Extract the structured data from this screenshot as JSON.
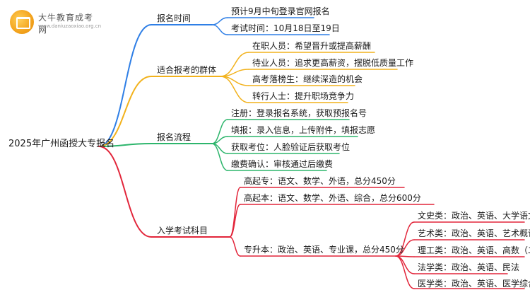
{
  "logo": {
    "title": "大牛教育成考网",
    "url": "www.daniuzaoxiao.org.cn"
  },
  "root": {
    "label": "2025年广州函授大专报名"
  },
  "colors": {
    "blue": "#2f7fe6",
    "gold": "#f2b21c",
    "green": "#2db56c",
    "red": "#e2253a"
  },
  "branches": [
    {
      "label": "报名时间",
      "color": "blue",
      "children": [
        {
          "label": "预计9月中旬登录官网报名"
        },
        {
          "label": "考试时间：10月18日至19日"
        }
      ]
    },
    {
      "label": "适合报考的群体",
      "color": "gold",
      "children": [
        {
          "label": "在职人员：希望晋升或提高薪酬"
        },
        {
          "label": "待业人员：追求更高薪资，摆脱低质量工作"
        },
        {
          "label": "高考落榜生：继续深造的机会"
        },
        {
          "label": "转行人士：提升职场竞争力"
        }
      ]
    },
    {
      "label": "报名流程",
      "color": "green",
      "children": [
        {
          "label": "注册：登录报名系统，获取预报名号"
        },
        {
          "label": "填报：录入信息，上传附件，填报志愿"
        },
        {
          "label": "获取考位：人脸验证后获取考位"
        },
        {
          "label": "缴费确认：审核通过后缴费"
        }
      ]
    },
    {
      "label": "入学考试科目",
      "color": "red",
      "children": [
        {
          "label": "高起专：语文、数学、外语，总分450分"
        },
        {
          "label": "高起本：语文、数学、外语、综合，总分600分"
        },
        {
          "label": "专升本：政治、英语、专业课，总分450分",
          "children": [
            {
              "label": "文史类：政治、英语、大学语文"
            },
            {
              "label": "艺术类：政治、英语、艺术概论"
            },
            {
              "label": "理工类：政治、英语、高数（二）"
            },
            {
              "label": "法学类：政治、英语、民法"
            },
            {
              "label": "医学类：政治、英语、医学综合"
            }
          ]
        }
      ]
    }
  ]
}
